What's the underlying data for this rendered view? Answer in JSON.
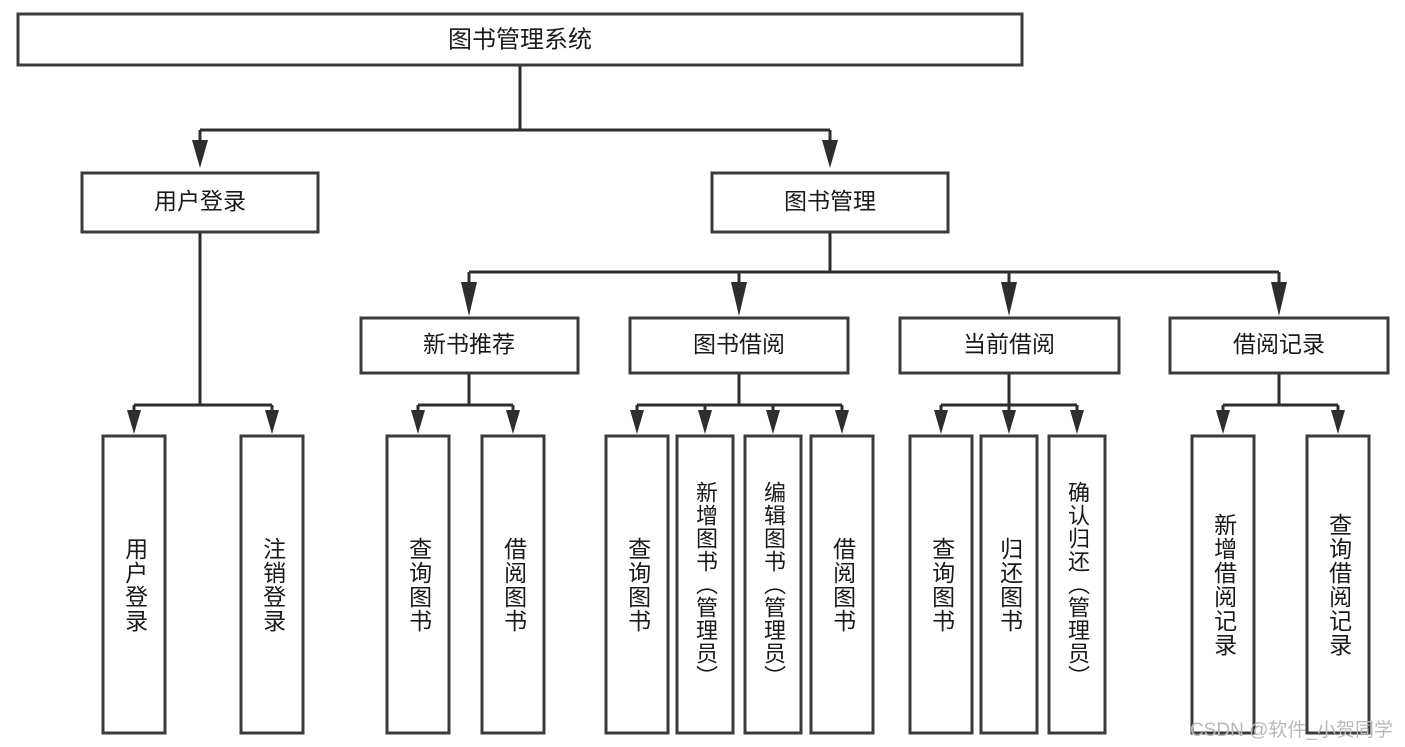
{
  "diagram": {
    "type": "tree-hierarchy-chart",
    "title_node": {
      "id": "root",
      "label": "图书管理系统"
    },
    "level2": [
      {
        "id": "user-login",
        "label": "用户登录"
      },
      {
        "id": "book-management",
        "label": "图书管理"
      }
    ],
    "level3": [
      {
        "id": "new-book-recommend",
        "label": "新书推荐",
        "parent": "book-management"
      },
      {
        "id": "book-borrow",
        "label": "图书借阅",
        "parent": "book-management"
      },
      {
        "id": "current-borrow",
        "label": "当前借阅",
        "parent": "book-management"
      },
      {
        "id": "borrow-record",
        "label": "借阅记录",
        "parent": "book-management"
      }
    ],
    "leaves": [
      {
        "id": "leaf-user-login",
        "label": "用户登录",
        "parent": "user-login"
      },
      {
        "id": "leaf-logout-login",
        "label": "注销登录",
        "parent": "user-login"
      },
      {
        "id": "leaf-query-book-1",
        "label": "查询图书",
        "parent": "new-book-recommend"
      },
      {
        "id": "leaf-borrow-book-1",
        "label": "借阅图书",
        "parent": "new-book-recommend"
      },
      {
        "id": "leaf-query-book-2",
        "label": "查询图书",
        "parent": "book-borrow"
      },
      {
        "id": "leaf-add-book",
        "label": "新增图书（管理员）",
        "parent": "book-borrow"
      },
      {
        "id": "leaf-edit-book",
        "label": "编辑图书（管理员）",
        "parent": "book-borrow"
      },
      {
        "id": "leaf-borrow-book-2",
        "label": "借阅图书",
        "parent": "book-borrow"
      },
      {
        "id": "leaf-query-book-3",
        "label": "查询图书",
        "parent": "current-borrow"
      },
      {
        "id": "leaf-return-book",
        "label": "归还图书",
        "parent": "current-borrow"
      },
      {
        "id": "leaf-confirm-return",
        "label": "确认归还（管理员）",
        "parent": "current-borrow"
      },
      {
        "id": "leaf-add-record",
        "label": "新增借阅记录",
        "parent": "borrow-record"
      },
      {
        "id": "leaf-query-record",
        "label": "查询借阅记录",
        "parent": "borrow-record"
      }
    ],
    "colors": {
      "box_stroke": "#3b3b3b",
      "box_fill": "#ffffff",
      "connector": "#2e2e2e",
      "text": "#1a1a1a",
      "background": "#ffffff",
      "watermark": "#b9b9b9"
    }
  },
  "watermark": {
    "text": "CSDN @软件_小贺同学"
  }
}
